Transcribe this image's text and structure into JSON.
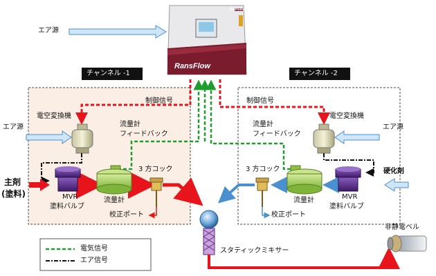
{
  "device": {
    "brand": "Ransburg",
    "name": "RansFlow"
  },
  "channels": [
    {
      "label": "チャンネル -1"
    },
    {
      "label": "チャンネル -2"
    }
  ],
  "labels": {
    "air_source": "エア源",
    "control_signal": "制御信号",
    "ep_converter": "電空変換機",
    "flowmeter_feedback_1": "流量計",
    "flowmeter_feedback_2": "フィードバック",
    "main_agent_1": "主剤",
    "main_agent_2": "(塗料)",
    "mvr_1": "MVR",
    "mvr_2": "塗料バルブ",
    "flowmeter": "流量計",
    "three_way_cock": "3 方コック",
    "calibration_port": "校正ポート",
    "hardener": "硬化剤",
    "static_mixer": "スタティックミキサー",
    "non_electrostatic_bell": "非静電ベル"
  },
  "legend": {
    "electric_signal": "電気信号",
    "air_signal": "エア信号"
  },
  "colors": {
    "fluid_red": "#e8141b",
    "control_red": "#e8141b",
    "electric_green": "#1f9e2f",
    "air_blue_fill": "#cfe6f7",
    "air_blue_stroke": "#4a8fd0",
    "channel_bg": "#fbeee4",
    "device_maroon": "#7a1c2e",
    "flowmeter_green": "#a8cf5b",
    "mvr_purple": "#5b2d8c"
  },
  "icons": [
    "controller-device-icon",
    "ep-converter-icon",
    "mvr-valve-icon",
    "flowmeter-icon",
    "three-way-cock-icon",
    "mixer-ball-icon",
    "static-mixer-icon",
    "bell-applicator-icon"
  ]
}
